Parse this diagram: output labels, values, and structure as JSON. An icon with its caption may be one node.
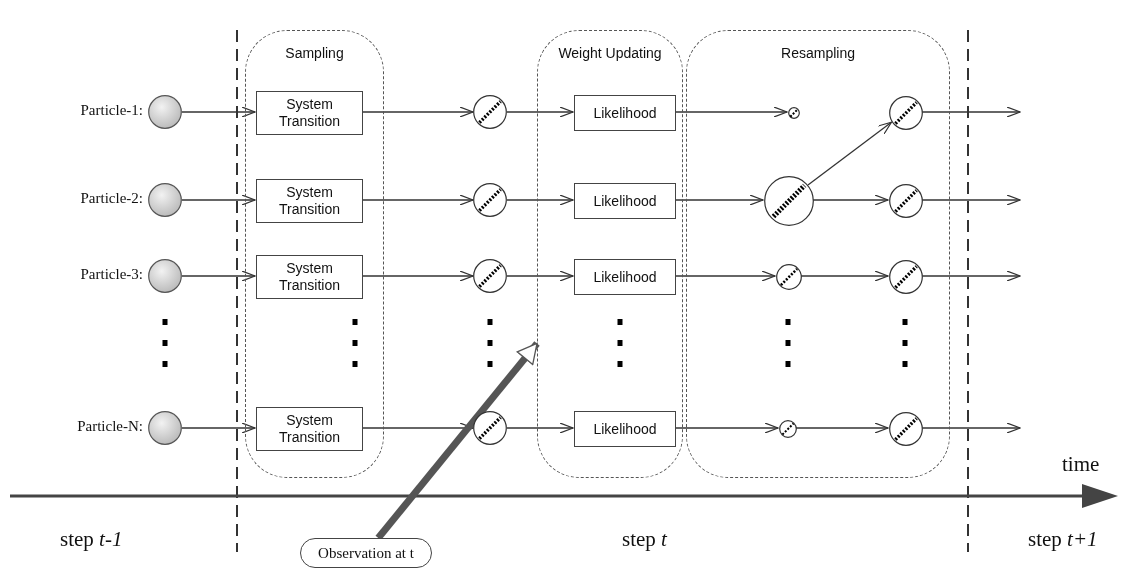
{
  "diagram": {
    "nodes": [
      {
        "text": [
          "Sampling"
        ]
      },
      {
        "text": [
          "Weight Updating"
        ]
      },
      {
        "text": [
          "Resampling"
        ]
      },
      {
        "text": [],
        "shape": "circle",
        "beside": [
          "Particle-1:"
        ]
      },
      {
        "text": [
          "System Transition"
        ],
        "in": 0
      },
      {
        "text": [],
        "shape": "circle"
      },
      {
        "text": [
          "Likelihood"
        ],
        "in": 1
      },
      {
        "text": [],
        "shape": "circle",
        "in": 2
      },
      {
        "text": [],
        "shape": "circle",
        "in": 2
      },
      {
        "text": [],
        "shape": "circle",
        "beside": [
          "Particle-2:"
        ]
      },
      {
        "text": [
          "System Transition"
        ],
        "in": 0
      },
      {
        "text": [],
        "shape": "circle"
      },
      {
        "text": [
          "Likelihood"
        ],
        "in": 1
      },
      {
        "text": [],
        "shape": "circle",
        "in": 2
      },
      {
        "text": [],
        "shape": "circle",
        "in": 2
      },
      {
        "text": [],
        "shape": "circle",
        "beside": [
          "Particle-3:"
        ]
      },
      {
        "text": [
          "System Transition"
        ],
        "in": 0
      },
      {
        "text": [],
        "shape": "circle"
      },
      {
        "text": [
          "Likelihood"
        ],
        "in": 1
      },
      {
        "text": [],
        "shape": "circle",
        "in": 2
      },
      {
        "text": [],
        "shape": "circle",
        "in": 2
      },
      {
        "text": [],
        "shape": "circle",
        "beside": [
          "Particle-N:"
        ]
      },
      {
        "text": [
          "System Transition"
        ],
        "in": 0
      },
      {
        "text": [],
        "shape": "circle"
      },
      {
        "text": [
          "Likelihood"
        ],
        "in": 1
      },
      {
        "text": [],
        "shape": "circle",
        "in": 2
      },
      {
        "text": [],
        "shape": "circle",
        "in": 2
      },
      {
        "text": [
          "Observation at t"
        ]
      }
    ],
    "edges": [
      {
        "from": 3,
        "to": 4,
        "arrow": "to"
      },
      {
        "from": 4,
        "to": 5,
        "arrow": "to"
      },
      {
        "from": 5,
        "to": 6,
        "arrow": "to"
      },
      {
        "from": 6,
        "to": 7,
        "arrow": "to"
      },
      {
        "from": 8,
        "to": null,
        "arrow": "to"
      },
      {
        "from": 9,
        "to": 10,
        "arrow": "to"
      },
      {
        "from": 10,
        "to": 11,
        "arrow": "to"
      },
      {
        "from": 11,
        "to": 12,
        "arrow": "to"
      },
      {
        "from": 12,
        "to": 13,
        "arrow": "to"
      },
      {
        "from": 13,
        "to": 8,
        "arrow": "to"
      },
      {
        "from": 13,
        "to": 14,
        "arrow": "to"
      },
      {
        "from": 14,
        "to": null,
        "arrow": "to"
      },
      {
        "from": 15,
        "to": 16,
        "arrow": "to"
      },
      {
        "from": 16,
        "to": 17,
        "arrow": "to"
      },
      {
        "from": 17,
        "to": 18,
        "arrow": "to"
      },
      {
        "from": 18,
        "to": 19,
        "arrow": "to"
      },
      {
        "from": 19,
        "to": 20,
        "arrow": "to"
      },
      {
        "from": 20,
        "to": null,
        "arrow": "to"
      },
      {
        "from": 21,
        "to": 22,
        "arrow": "to"
      },
      {
        "from": 22,
        "to": 23,
        "arrow": "to"
      },
      {
        "from": 23,
        "to": 24,
        "arrow": "to"
      },
      {
        "from": 24,
        "to": 25,
        "arrow": "to"
      },
      {
        "from": 25,
        "to": 26,
        "arrow": "to"
      },
      {
        "from": 26,
        "to": null,
        "arrow": "to"
      },
      {
        "from": 27,
        "to": 1,
        "arrow": "to",
        "style": "thick"
      }
    ],
    "labels": [
      "time",
      "step *t-1*",
      "step *t*",
      "step *t+1*"
    ]
  }
}
